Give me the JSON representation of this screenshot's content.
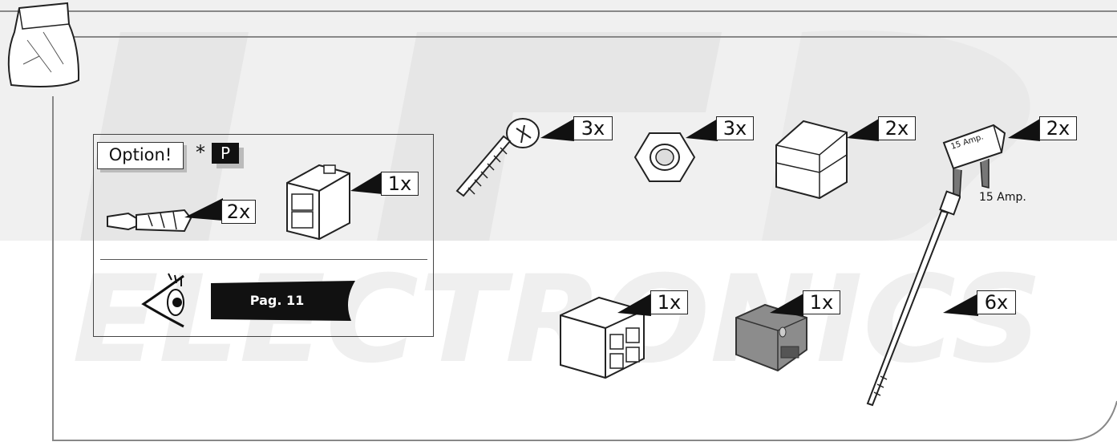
{
  "watermark": {
    "text": "ELECTRONICS"
  },
  "option_panel": {
    "option_label": "Option!",
    "asterisk": "*",
    "p_badge": "P",
    "terminal_qty": "2x",
    "housing_qty": "1x",
    "page_ref": "Pag. 11"
  },
  "parts": {
    "screw_qty": "3x",
    "nut_qty": "3x",
    "fuse_holder_qty": "2x",
    "fuse_qty": "2x",
    "fuse_label": "15 Amp.",
    "fuse_body_label": "15 Amp.",
    "two_way_connector_qty": "1x",
    "grey_connector_qty": "1x",
    "cable_tie_qty": "6x"
  }
}
